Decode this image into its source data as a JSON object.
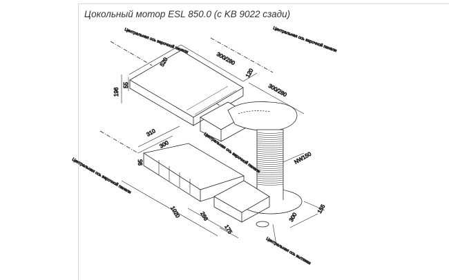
{
  "title": "Цокольный мотор ESL 850.0 (с KB 9022 сзади)",
  "labels": {
    "axis_cooktop": "Центральная ось варочной панели",
    "axis_hood": "Центральная ось вытяжки"
  },
  "dimensions": {
    "d520": "520",
    "d300_280_a": "300/280",
    "d120": "120",
    "d300_280_b": "300/280",
    "d196": "196",
    "d55": "55",
    "d310": "310",
    "d300": "300",
    "d95": "95",
    "d1020": "1020",
    "d266": "266",
    "d175": "175",
    "d300_base": "300",
    "d155": "155",
    "dn150": "NW150"
  }
}
